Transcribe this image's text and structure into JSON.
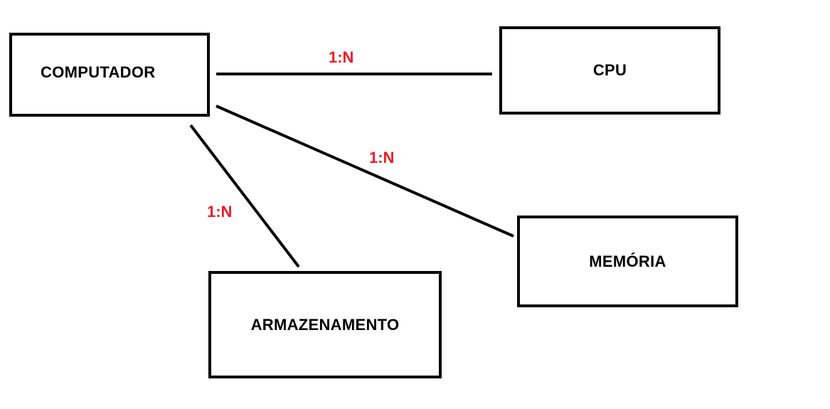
{
  "diagram": {
    "entities": {
      "computador": {
        "label": "COMPUTADOR"
      },
      "cpu": {
        "label": "CPU"
      },
      "memoria": {
        "label": "MEMÓRIA"
      },
      "armazenamento": {
        "label": "ARMAZENAMENTO"
      }
    },
    "relationships": [
      {
        "from": "COMPUTADOR",
        "to": "CPU",
        "cardinality": "1:N"
      },
      {
        "from": "COMPUTADOR",
        "to": "MEMÓRIA",
        "cardinality": "1:N"
      },
      {
        "from": "COMPUTADOR",
        "to": "ARMAZENAMENTO",
        "cardinality": "1:N"
      }
    ],
    "colors": {
      "entity_border": "#000000",
      "connector": "#000000",
      "cardinality_text": "#ed1c24",
      "background": "#ffffff"
    }
  }
}
